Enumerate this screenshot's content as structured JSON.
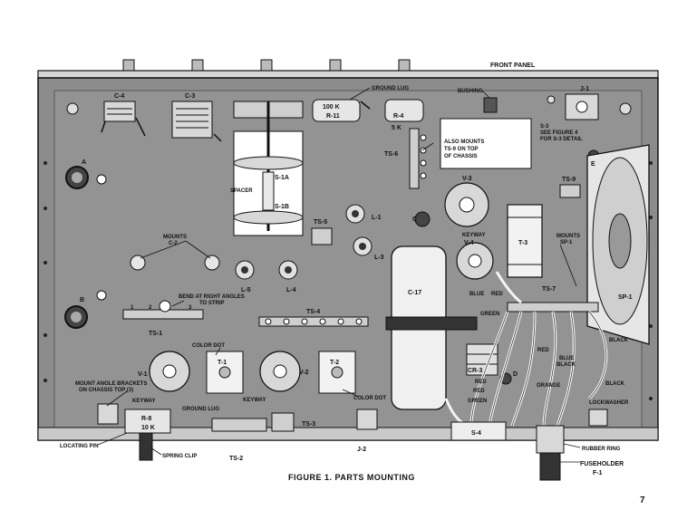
{
  "labels": {
    "front_panel": "FRONT PANEL",
    "c4": "C-4",
    "c3": "C-3",
    "ground_lug_top": "GROUND LUG",
    "r11_value": "100 K",
    "r11": "R-11",
    "bushing": "BUSHING",
    "j1": "J-1",
    "r4": "R-4",
    "r4_value": "5 K",
    "s3_note": [
      "S-3",
      "SEE FIGURE 4",
      "FOR S-3 DETAIL"
    ],
    "ts6": "TS-6",
    "ts6_note": [
      "ALSO MOUNTS",
      "TS-9 ON TOP",
      "OF CHASSIS"
    ],
    "a": "A",
    "s1a": "S-1A",
    "spacer": "SPACER",
    "s1b": "S-1B",
    "v3": "V-3",
    "ts9": "TS-9",
    "e": "E",
    "c": "C",
    "ts5": "TS-5",
    "l1": "L-1",
    "keyway_top": "KEYWAY",
    "v4": "V-4",
    "t3": "T-3",
    "mounts_sp1": [
      "MOUNTS",
      "SP-1"
    ],
    "mounts_c2": [
      "MOUNTS",
      "C-2"
    ],
    "l3": "L-3",
    "c17": "C-17",
    "b": "B",
    "l5": "L-5",
    "l4": "L-4",
    "blue_top": "BLUE",
    "red_top": "RED",
    "ts7": "TS-7",
    "sp1": "SP-1",
    "bend_note": [
      "BEND AT RIGHT ANGLES",
      "TO STRIP"
    ],
    "ts1_pins": [
      "1",
      "2",
      "3"
    ],
    "ts1": "TS-1",
    "ts4": "TS-4",
    "green_top": "GREEN",
    "black_1": "BLACK",
    "red_mid": "RED",
    "color_dot_left": "COLOR DOT",
    "t1": "T-1",
    "v2": "V-2",
    "t2": "T-2",
    "v1": "V-1",
    "cr3": "CR-3",
    "blue_black": [
      "BLUE",
      "BLACK"
    ],
    "d": "D",
    "red_low1": "RED",
    "red_low2": "RED",
    "orange": "ORANGE",
    "black_2": "BLACK",
    "green_low": "GREEN",
    "mount_note": [
      "MOUNT ANGLE BRACKETS",
      "ON CHASSIS TOP (3)"
    ],
    "keyway_left": "KEYWAY",
    "keyway_mid": "KEYWAY",
    "ground_lug_bottom": "GROUND LUG",
    "color_dot_right": "COLOR DOT",
    "lockwasher": "LOCKWASHER",
    "r8": "R-8",
    "r8_value": "10 K",
    "ts3": "TS-3",
    "s4": "S-4",
    "j2": "J-2",
    "ts2": "TS-2",
    "locating_pin": "LOCATING PIN",
    "spring_clip": "SPRING CLIP",
    "rubber_ring": "RUBBER RING",
    "fuseholder": [
      "FUSEHOLDER",
      "F-1"
    ]
  },
  "caption": "FIGURE 1.  PARTS MOUNTING",
  "page_number": "7",
  "colors": {
    "chassis": "#8c8c8c",
    "metal": "#cfcfcf",
    "ink": "#111111",
    "paper": "#ffffff"
  }
}
